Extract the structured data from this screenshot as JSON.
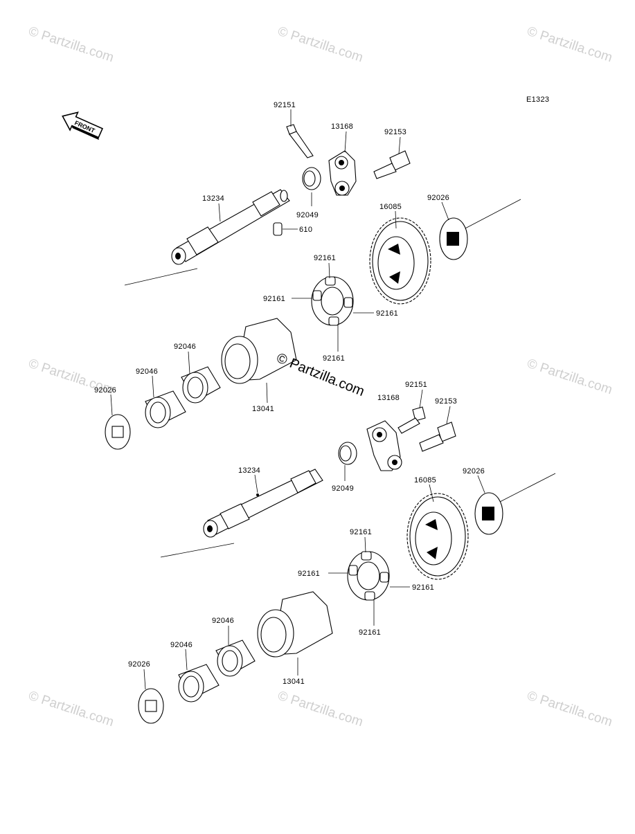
{
  "diagram": {
    "code": "E1323",
    "front_label": "FRONT",
    "watermark": "© Partzilla.com",
    "center_watermark": "© Partzilla.com",
    "colors": {
      "line": "#000000",
      "watermark": "#cfcfcf",
      "background": "#ffffff"
    }
  },
  "callouts": [
    {
      "id": "a92151",
      "text": "92151"
    },
    {
      "id": "a13168",
      "text": "13168"
    },
    {
      "id": "a92153",
      "text": "92153"
    },
    {
      "id": "a13234",
      "text": "13234"
    },
    {
      "id": "a92049",
      "text": "92049"
    },
    {
      "id": "a610",
      "text": "610"
    },
    {
      "id": "a16085",
      "text": "16085"
    },
    {
      "id": "a92026r",
      "text": "92026"
    },
    {
      "id": "a92161t",
      "text": "92161"
    },
    {
      "id": "a92161l",
      "text": "92161"
    },
    {
      "id": "a92161r",
      "text": "92161"
    },
    {
      "id": "a92161b",
      "text": "92161"
    },
    {
      "id": "a92046a",
      "text": "92046"
    },
    {
      "id": "a92046b",
      "text": "92046"
    },
    {
      "id": "a92026l",
      "text": "92026"
    },
    {
      "id": "a13041",
      "text": "13041"
    },
    {
      "id": "b13168",
      "text": "13168"
    },
    {
      "id": "b92151",
      "text": "92151"
    },
    {
      "id": "b92153",
      "text": "92153"
    },
    {
      "id": "b13234",
      "text": "13234"
    },
    {
      "id": "b92049",
      "text": "92049"
    },
    {
      "id": "b16085",
      "text": "16085"
    },
    {
      "id": "b92026r",
      "text": "92026"
    },
    {
      "id": "b92161t",
      "text": "92161"
    },
    {
      "id": "b92161l",
      "text": "92161"
    },
    {
      "id": "b92161r",
      "text": "92161"
    },
    {
      "id": "b92161b",
      "text": "92161"
    },
    {
      "id": "b92046a",
      "text": "92046"
    },
    {
      "id": "b92046b",
      "text": "92046"
    },
    {
      "id": "b92026l",
      "text": "92026"
    },
    {
      "id": "b13041",
      "text": "13041"
    }
  ]
}
